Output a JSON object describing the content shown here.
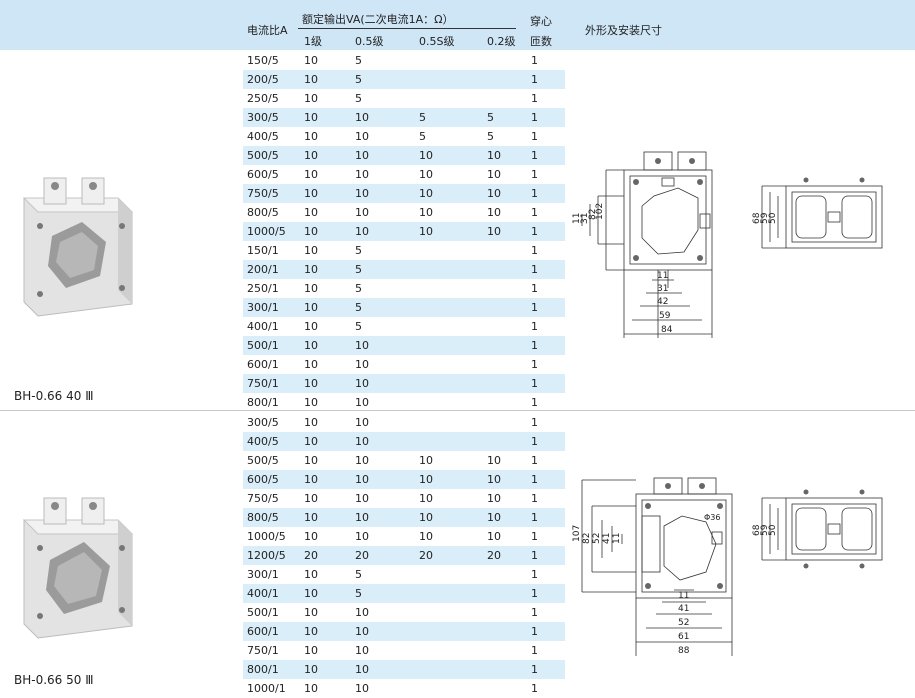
{
  "header": {
    "ratio": "电流比A",
    "output": "额定输出VA(二次电流1A：Ω）",
    "cls1": "1级",
    "cls05": "0.5级",
    "cls05s": "0.5S级",
    "cls02": "0.2级",
    "turns_top": "穿心",
    "turns_bottom": "匝数",
    "dims": "外形及安装尺寸"
  },
  "sections": [
    {
      "model": "BH-0.66 40 Ⅲ",
      "rows": [
        [
          "150/5",
          "10",
          "5",
          "",
          "",
          "1"
        ],
        [
          "200/5",
          "10",
          "5",
          "",
          "",
          "1"
        ],
        [
          "250/5",
          "10",
          "5",
          "",
          "",
          "1"
        ],
        [
          "300/5",
          "10",
          "10",
          "5",
          "5",
          "1"
        ],
        [
          "400/5",
          "10",
          "10",
          "5",
          "5",
          "1"
        ],
        [
          "500/5",
          "10",
          "10",
          "10",
          "10",
          "1"
        ],
        [
          "600/5",
          "10",
          "10",
          "10",
          "10",
          "1"
        ],
        [
          "750/5",
          "10",
          "10",
          "10",
          "10",
          "1"
        ],
        [
          "800/5",
          "10",
          "10",
          "10",
          "10",
          "1"
        ],
        [
          "1000/5",
          "10",
          "10",
          "10",
          "10",
          "1"
        ],
        [
          "150/1",
          "10",
          "5",
          "",
          "",
          "1"
        ],
        [
          "200/1",
          "10",
          "5",
          "",
          "",
          "1"
        ],
        [
          "250/1",
          "10",
          "5",
          "",
          "",
          "1"
        ],
        [
          "300/1",
          "10",
          "5",
          "",
          "",
          "1"
        ],
        [
          "400/1",
          "10",
          "5",
          "",
          "",
          "1"
        ],
        [
          "500/1",
          "10",
          "10",
          "",
          "",
          "1"
        ],
        [
          "600/1",
          "10",
          "10",
          "",
          "",
          "1"
        ],
        [
          "750/1",
          "10",
          "10",
          "",
          "",
          "1"
        ],
        [
          "800/1",
          "10",
          "10",
          "",
          "",
          "1"
        ]
      ],
      "dims": {
        "left_vertical": [
          "102",
          "82",
          "31",
          "11"
        ],
        "bottom": [
          "11",
          "31",
          "42",
          "59",
          "84"
        ],
        "side_vertical": [
          "68",
          "59",
          "50"
        ]
      }
    },
    {
      "model": "BH-0.66 50 Ⅲ",
      "rows": [
        [
          "300/5",
          "10",
          "10",
          "",
          "",
          "1"
        ],
        [
          "400/5",
          "10",
          "10",
          "",
          "",
          "1"
        ],
        [
          "500/5",
          "10",
          "10",
          "10",
          "10",
          "1"
        ],
        [
          "600/5",
          "10",
          "10",
          "10",
          "10",
          "1"
        ],
        [
          "750/5",
          "10",
          "10",
          "10",
          "10",
          "1"
        ],
        [
          "800/5",
          "10",
          "10",
          "10",
          "10",
          "1"
        ],
        [
          "1000/5",
          "10",
          "10",
          "10",
          "10",
          "1"
        ],
        [
          "1200/5",
          "20",
          "20",
          "20",
          "20",
          "1"
        ],
        [
          "300/1",
          "10",
          "5",
          "",
          "",
          "1"
        ],
        [
          "400/1",
          "10",
          "5",
          "",
          "",
          "1"
        ],
        [
          "500/1",
          "10",
          "10",
          "",
          "",
          "1"
        ],
        [
          "600/1",
          "10",
          "10",
          "",
          "",
          "1"
        ],
        [
          "750/1",
          "10",
          "10",
          "",
          "",
          "1"
        ],
        [
          "800/1",
          "10",
          "10",
          "",
          "",
          "1"
        ],
        [
          "1000/1",
          "10",
          "10",
          "",
          "",
          "1"
        ]
      ],
      "dims": {
        "left_vertical": [
          "107",
          "82",
          "52",
          "41",
          "11"
        ],
        "bottom": [
          "11",
          "41",
          "52",
          "61",
          "88"
        ],
        "hole": "Φ36",
        "side_vertical": [
          "68",
          "59",
          "50"
        ]
      }
    }
  ]
}
